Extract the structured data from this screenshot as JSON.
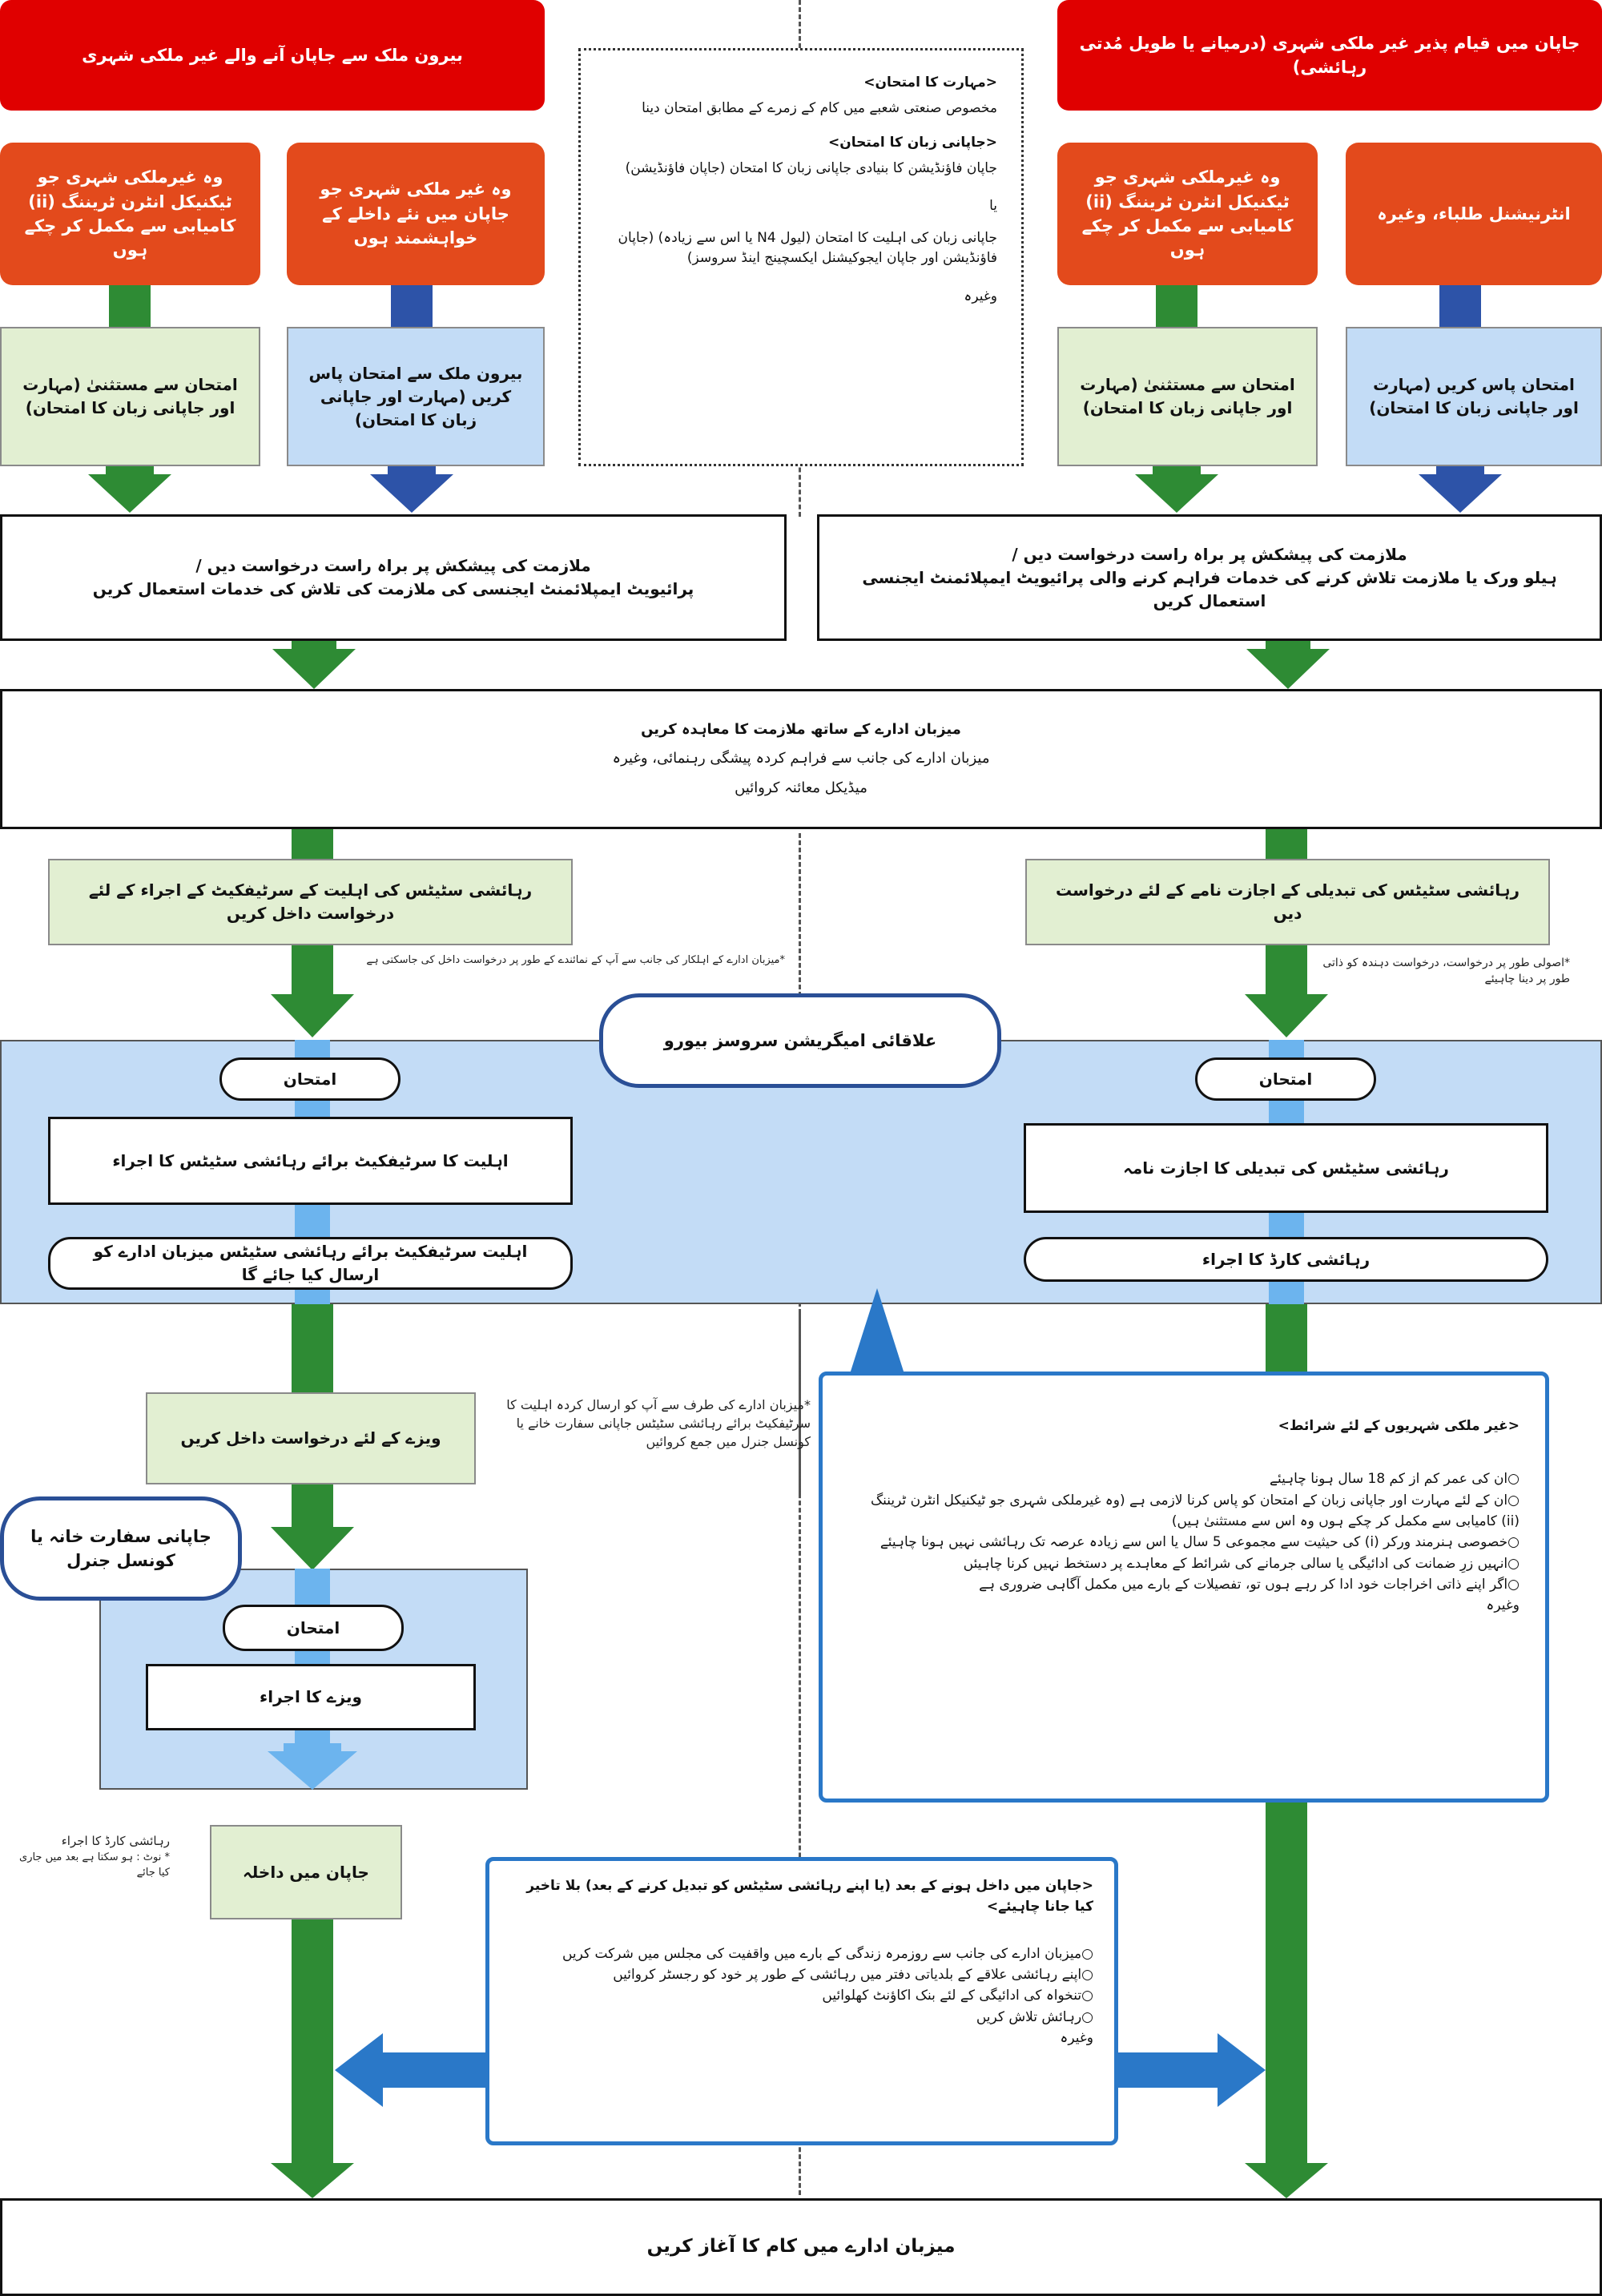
{
  "colors": {
    "header_red": "#e00000",
    "category_orange": "#e34a1c",
    "exam_exempt_green": "#e2efd2",
    "exam_pass_blue": "#c3dcf6",
    "arrow_green": "#2e8b34",
    "arrow_blue": "#2d53a8",
    "immigration_blue": "#c3dcf6",
    "frame_blue": "#2a78c8"
  },
  "left": {
    "header": "بیرون ملک سے جاپان آنے والے غیر ملکی شہری",
    "cat_trainee": "وہ غیرملکی شہری جو ٹیکنیکل انٹرن ٹریننگ (ii) کامیابی سے مکمل کر چکے ہوں",
    "cat_new": "وہ غیر ملکی شہری جو جاپان میں نئے داخلے کے خواہشمند ہوں",
    "exam_exempt": "امتحان سے مستثنیٰ (مہارت اور جاپانی زبان کا امتحان)",
    "exam_pass": "بیرون ملک سے امتحان پاس کریں (مہارت اور جاپانی زبان کا امتحان)",
    "apply_line1": "ملازمت کی پیشکش پر براہ راست درخواست دیں /",
    "apply_line2": "پرائیویٹ ایمپلائمنٹ ایجنسی کی ملازمت کی تلاش کی خدمات استعمال کریں",
    "coe_apply": "رہائشی سٹیٹس کی اہلیت کے سرٹیفکیٹ کے اجراء کے لئے درخواست داخل کریں",
    "coe_note": "*میزبان ادارے کے اہلکار کی جانب سے آپ کے نمائندے کے طور پر درخواست داخل کی جاسکتی ہے",
    "imm_exam": "امتحان",
    "imm_coe_issue": "اہلیت کا سرٹیفکیٹ برائے رہائشی سٹیٹس کا اجراء",
    "imm_coe_sent": "اہلیت سرٹیفکیٹ برائے رہائشی سٹیٹس میزبان ادارے کو ارسال کیا جائے گا",
    "visa_apply": "ویزے کے لئے درخواست داخل کریں",
    "visa_note": "*میزبان ادارے کی طرف سے آپ کو ارسال کردہ اہلیت کا سرٹیفکیٹ برائے رہائشی سٹیٹس جاپانی سفارت خانے یا کونسل جنرل میں جمع کروائیں",
    "embassy": "جاپانی سفارت خانہ یا کونسل جنرل",
    "emb_exam": "امتحان",
    "visa_issue": "ویزے کا اجراء",
    "entry": "جاپان میں داخلہ",
    "rc_note_title": "رہائشی کارڈ کا اجراء",
    "rc_note": "* نوٹ : ہو سکتا ہے بعد میں جاری کیا جائے"
  },
  "right": {
    "header": "جاپان میں قیام پذیر غیر ملکی شہری (درمیانے یا طویل مُدتی رہائشی)",
    "cat_trainee": "وہ غیرملکی شہری جو ٹیکنیکل انٹرن ٹریننگ (ii) کامیابی سے مکمل کر چکے ہوں",
    "cat_students": "انٹرنیشنل طلباء، وغیرہ",
    "exam_exempt": "امتحان سے مستثنیٰ (مہارت اور جاپانی زبان کا امتحان)",
    "exam_pass": "امتحان پاس کریں (مہارت اور جاپانی زبان کا امتحان)",
    "apply_line1": "ملازمت کی پیشکش پر براہ راست درخواست دیں /",
    "apply_line2": "ہیلو ورک یا ملازمت تلاش کرنے کی خدمات فراہم کرنے والی پرائیویٹ ایمپلائمنٹ ایجنسی استعمال کریں",
    "change_apply": "رہائشی سٹیٹس کی تبدیلی کے اجازت نامے کے لئے درخواست دیں",
    "change_note": "*اصولی طور پر درخواست، درخواست دہندہ کو ذاتی طور پر دینا چاہیئے",
    "imm_exam": "امتحان",
    "imm_permission": "رہائشی سٹیٹس کی تبدیلی کا اجازت نامہ",
    "imm_card": "رہائشی کارڈ کا اجراء"
  },
  "exam_info": {
    "skill_title": "<مہارت کا امتحان>",
    "skill_text": "مخصوص صنعتی شعبے میں کام کے زمرے کے مطابق امتحان دینا",
    "lang_title": "<جاپانی زبان کا امتحان>",
    "lang_text1": "جاپان فاؤنڈیشن کا بنیادی جاپانی زبان کا امتحان (جاپان فاؤنڈیشن)",
    "or": "یا",
    "lang_text2": "جاپانی زبان کی اہلیت کا امتحان (لیول N4 یا اس سے زیادہ) (جاپان فاؤنڈیشن اور جاپان ایجوکیشنل ایکسچینج اینڈ سروسز)",
    "etc": "وغیرہ"
  },
  "contract": {
    "line1": "میزبان ادارے کے ساتھ  ملازمت کا معاہدہ کریں",
    "line2": "میزبان ادارے کی جانب سے فراہم کردہ پیشگی رہنمائی، وغیرہ",
    "line3": "میڈیکل معائنہ کروائیں"
  },
  "bureau": "علاقائی امیگریشن سروسز بیورو",
  "conditions": {
    "title": "<غیر ملکی شہریوں کے لئے شرائط>",
    "items": [
      "ان کی عمر کم از کم 18 سال ہونا چاہیئے",
      "ان کے لئے مہارت اور جاپانی زبان کے امتحان کو پاس کرنا لازمی ہے (وہ غیرملکی شہری جو ٹیکنیکل انٹرن ٹریننگ (ii) کامیابی سے مکمل کر چکے ہوں وہ اس سے مستثنیٰ ہیں)",
      "خصوصی ہنرمند ورکر (i) کی حیثیت سے مجموعی 5 سال یا اس سے زیادہ عرصہ تک رہائشی نہیں ہونا چاہیئے",
      "انہیں زرِ ضمانت کی ادائیگی یا سالی جرمانے کی شرائط کے معاہدے پر دستخط نہیں کرنا چاہیئں",
      "اگر اپنے ذاتی اخراجات خود ادا کر رہے ہوں تو، تفصیلات کے بارے میں مکمل آگاہی ضروری ہے"
    ],
    "etc": "وغیرہ"
  },
  "after_entry": {
    "title": "<جاپان میں داخل ہونے کے بعد (یا اپنے رہائشی سٹیٹس کو تبدیل کرنے کے بعد) بلا تاخیر کیا جانا چاہیئے>",
    "items": [
      "میزبان ادارے کی جانب سے روزمرہ زندگی کے بارے میں واقفیت کی مجلس میں شرکت کریں",
      "اپنے رہائشی علاقے کے بلدیاتی دفتر میں رہائشی کے طور پر خود کو رجسٹر کروائیں",
      "تنخواہ کی ادائیگی کے لئے بنک اکاؤنٹ کھلوائیں",
      "رہائش تلاش کریں"
    ],
    "etc": "وغیرہ"
  },
  "final": "میزبان ادارے میں کام کا آغاز کریں"
}
